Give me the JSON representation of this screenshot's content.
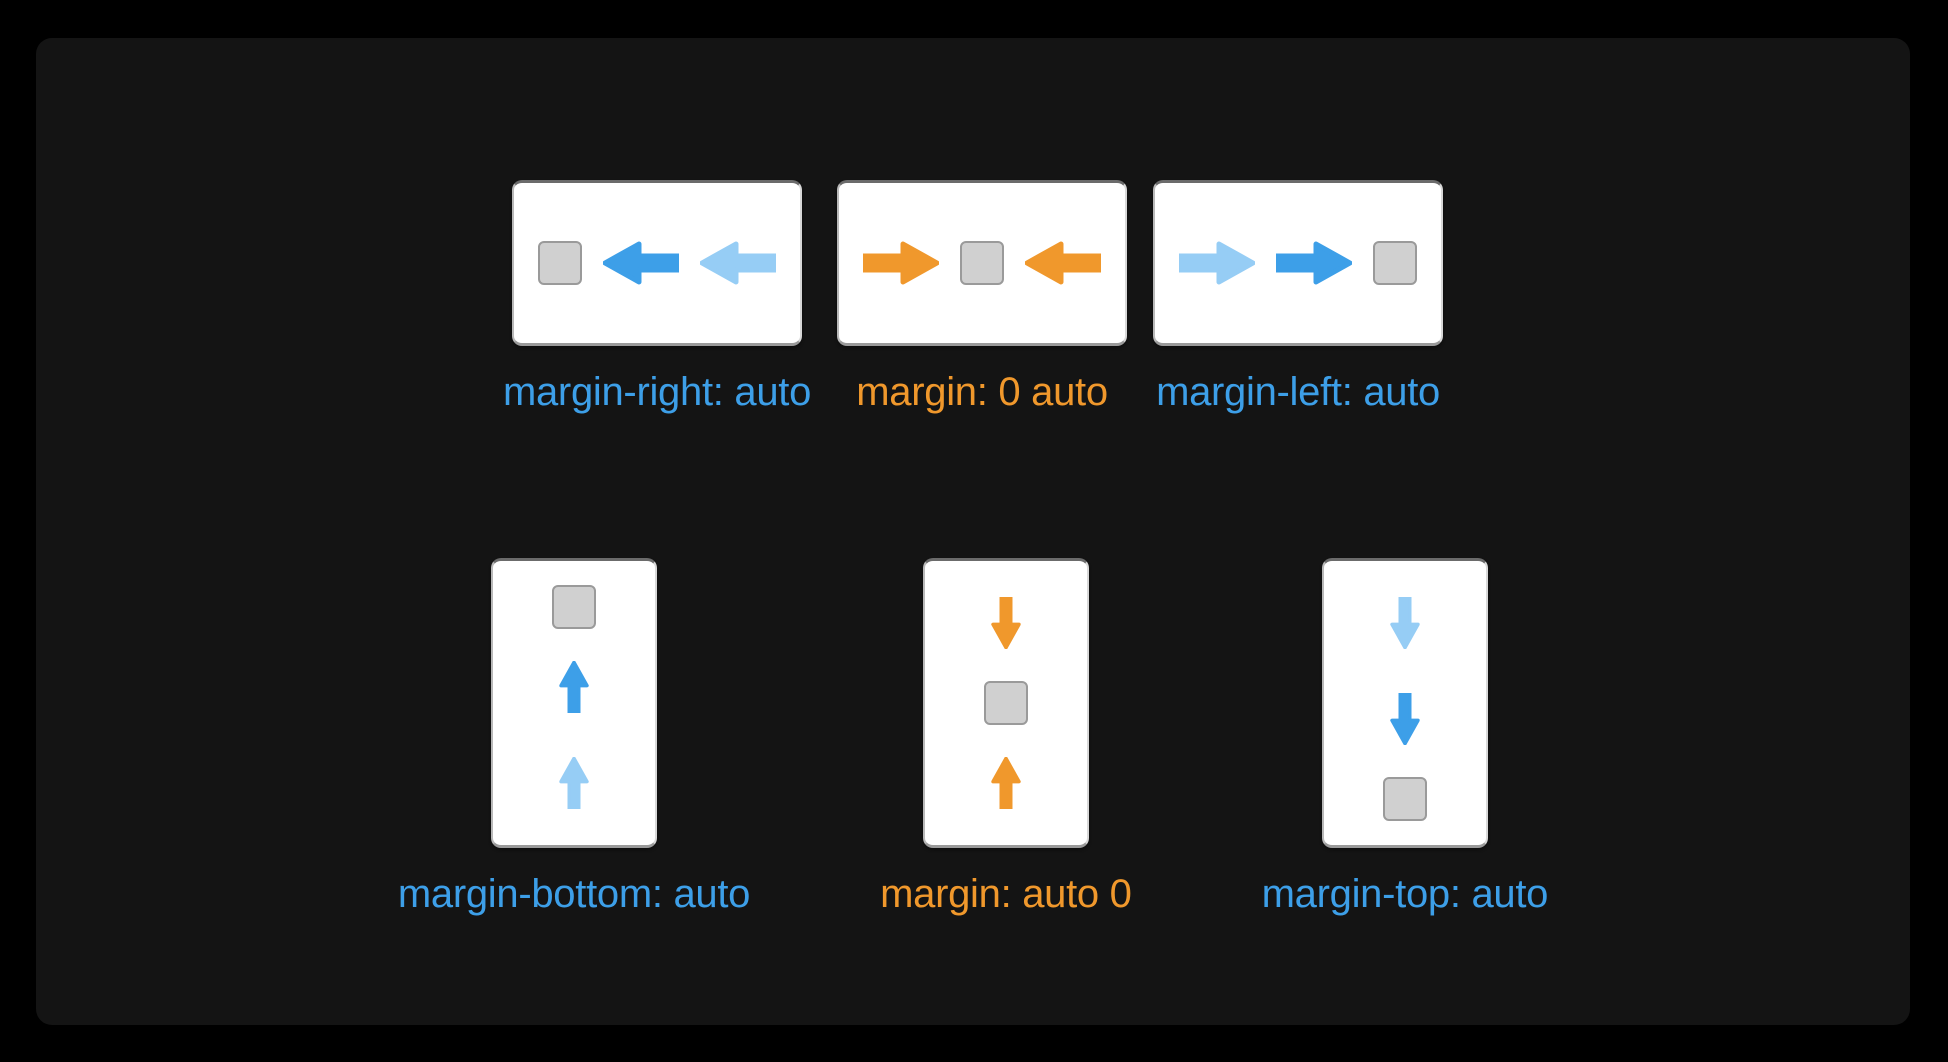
{
  "background": {
    "outer": "#000000",
    "panel": "#141414"
  },
  "colors": {
    "blue_dark": "#3d9fe8",
    "blue_light": "#96cdf5",
    "orange": "#f0982c",
    "box_fill": "#d0d0d0",
    "box_border": "#9a9a9a",
    "card_bg": "#ffffff"
  },
  "rows": [
    {
      "id": "horizontal",
      "orientation": "horizontal",
      "demos": [
        {
          "caption": "margin-right: auto",
          "caption_color": "blue",
          "items": [
            {
              "kind": "box"
            },
            {
              "kind": "arrow",
              "direction": "left",
              "shade": "blue_dark"
            },
            {
              "kind": "arrow",
              "direction": "left",
              "shade": "blue_light"
            }
          ]
        },
        {
          "caption": "margin: 0 auto",
          "caption_color": "orange",
          "items": [
            {
              "kind": "arrow",
              "direction": "right",
              "shade": "orange"
            },
            {
              "kind": "box"
            },
            {
              "kind": "arrow",
              "direction": "left",
              "shade": "orange"
            }
          ]
        },
        {
          "caption": "margin-left: auto",
          "caption_color": "blue",
          "items": [
            {
              "kind": "arrow",
              "direction": "right",
              "shade": "blue_light"
            },
            {
              "kind": "arrow",
              "direction": "right",
              "shade": "blue_dark"
            },
            {
              "kind": "box"
            }
          ]
        }
      ]
    },
    {
      "id": "vertical",
      "orientation": "vertical",
      "demos": [
        {
          "caption": "margin-bottom: auto",
          "caption_color": "blue",
          "items": [
            {
              "kind": "box"
            },
            {
              "kind": "arrow",
              "direction": "up",
              "shade": "blue_dark"
            },
            {
              "kind": "arrow",
              "direction": "up",
              "shade": "blue_light"
            }
          ]
        },
        {
          "caption": "margin: auto 0",
          "caption_color": "orange",
          "items": [
            {
              "kind": "arrow",
              "direction": "down",
              "shade": "orange"
            },
            {
              "kind": "box"
            },
            {
              "kind": "arrow",
              "direction": "up",
              "shade": "orange"
            }
          ]
        },
        {
          "caption": "margin-top: auto",
          "caption_color": "blue",
          "items": [
            {
              "kind": "arrow",
              "direction": "down",
              "shade": "blue_light"
            },
            {
              "kind": "arrow",
              "direction": "down",
              "shade": "blue_dark"
            },
            {
              "kind": "box"
            }
          ]
        }
      ]
    }
  ]
}
